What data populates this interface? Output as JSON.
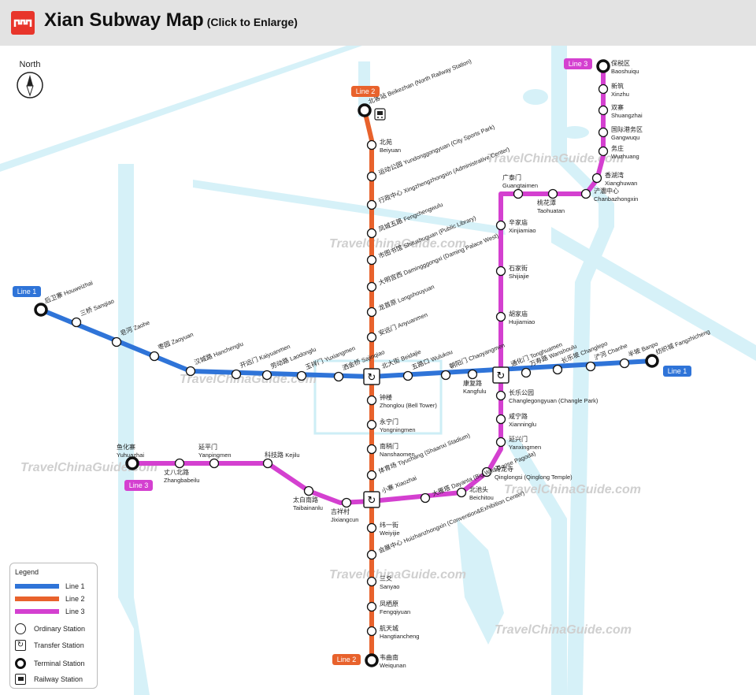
{
  "header": {
    "title": "Xian Subway Map",
    "subtitle": "(Click to Enlarge)"
  },
  "compass": {
    "label": "North"
  },
  "colors": {
    "line1": "#2f74d8",
    "line2": "#e8622c",
    "line3": "#d440d0",
    "water": "#cdeef6",
    "bg": "#f4f4f4"
  },
  "watermark": "TravelChinaGuide.com",
  "line_badges": {
    "line1": "Line 1",
    "line2": "Line 2",
    "line3": "Line 3"
  },
  "legend": {
    "title": "Legend",
    "items": [
      "Line 1",
      "Line 2",
      "Line 3",
      "Ordinary Station",
      "Transfer Station",
      "Terminal Station",
      "Railway Station"
    ]
  },
  "stations": {
    "line1": [
      {
        "cn": "后卫寨",
        "en": "Houweizhai"
      },
      {
        "cn": "三桥",
        "en": "Sanqiao"
      },
      {
        "cn": "皂河",
        "en": "Zaohe"
      },
      {
        "cn": "枣园",
        "en": "Zaoyuan"
      },
      {
        "cn": "汉城路",
        "en": "Hanchenglu"
      },
      {
        "cn": "开远门",
        "en": "Kaiyuanmen"
      },
      {
        "cn": "劳动路",
        "en": "Laodonglu"
      },
      {
        "cn": "玉祥门",
        "en": "Yuxiangmen"
      },
      {
        "cn": "洒金桥",
        "en": "Sajinqiao"
      },
      {
        "cn": "北大街",
        "en": "Beidajie"
      },
      {
        "cn": "五路口",
        "en": "Wulukou"
      },
      {
        "cn": "朝阳门",
        "en": "Chaoyangmen"
      },
      {
        "cn": "康复路",
        "en": "Kangfulu"
      },
      {
        "cn": "通化门",
        "en": "Tonghuamen"
      },
      {
        "cn": "万寿路",
        "en": "Wanshoulu"
      },
      {
        "cn": "长乐坡",
        "en": "Changlepo"
      },
      {
        "cn": "浐河",
        "en": "Chanhe"
      },
      {
        "cn": "半坡",
        "en": "Banpo"
      },
      {
        "cn": "纺织城",
        "en": "Fangzhicheng"
      }
    ],
    "line2": [
      {
        "cn": "北客站",
        "en": "Beikezhan (North Railway Station)"
      },
      {
        "cn": "北苑",
        "en": "Beiyuan"
      },
      {
        "cn": "运动公园",
        "en": "Yundonggongyuan (City Sports Park)"
      },
      {
        "cn": "行政中心",
        "en": "Xingzhengzhongxin (Administrative Center)"
      },
      {
        "cn": "凤城五路",
        "en": "Fengchengwulu"
      },
      {
        "cn": "市图书馆",
        "en": "Shitushuguan (Public Library)"
      },
      {
        "cn": "大明宫西",
        "en": "Damingggongxi (Daming Palace West)"
      },
      {
        "cn": "龙首原",
        "en": "Longshouyuan"
      },
      {
        "cn": "安远门",
        "en": "Anyuanmen"
      },
      {
        "cn": "钟楼",
        "en": "Zhonglou (Bell Tower)"
      },
      {
        "cn": "永宁门",
        "en": "Yongningmen"
      },
      {
        "cn": "南稍门",
        "en": "Nanshaomen"
      },
      {
        "cn": "体育场",
        "en": "Tiyuchang (Shaanxi Stadium)"
      },
      {
        "cn": "小寨",
        "en": "Xiaozhai"
      },
      {
        "cn": "纬一街",
        "en": "Weiyijie"
      },
      {
        "cn": "会展中心",
        "en": "Huizhanzhongxin (Convention&Exhibition Center)"
      },
      {
        "cn": "三爻",
        "en": "Sanyao"
      },
      {
        "cn": "凤栖原",
        "en": "Fengqiyuan"
      },
      {
        "cn": "航天城",
        "en": "Hangtiancheng"
      },
      {
        "cn": "韦曲南",
        "en": "Weiqunan"
      }
    ],
    "line3": [
      {
        "cn": "保税区",
        "en": "Baoshuiqu"
      },
      {
        "cn": "新筑",
        "en": "Xinzhu"
      },
      {
        "cn": "双寨",
        "en": "Shuangzhai"
      },
      {
        "cn": "国际港务区",
        "en": "Gangwuqu"
      },
      {
        "cn": "务庄",
        "en": "Wuzhuang"
      },
      {
        "cn": "香湖湾",
        "en": "Xianghuwan"
      },
      {
        "cn": "浐灞中心",
        "en": "Chanbazhongxin"
      },
      {
        "cn": "桃花潭",
        "en": "Taohuatan"
      },
      {
        "cn": "广泰门",
        "en": "Guangtaimen"
      },
      {
        "cn": "辛家庙",
        "en": "Xinjiamiao"
      },
      {
        "cn": "石家街",
        "en": "Shijiajie"
      },
      {
        "cn": "胡家庙",
        "en": "Hujiamiao"
      },
      {
        "cn": "长乐公园",
        "en": "Changlegongyuan (Changle Park)"
      },
      {
        "cn": "咸宁路",
        "en": "Xianninglu"
      },
      {
        "cn": "延兴门",
        "en": "Yanxingmen"
      },
      {
        "cn": "青龙寺",
        "en": "Qinglongsi (Qinglong Temple)"
      },
      {
        "cn": "北池头",
        "en": "Beichitou"
      },
      {
        "cn": "大雁塔",
        "en": "Dayanta (Big Wild Goose Pagoda)"
      },
      {
        "cn": "吉祥村",
        "en": "Jixiangcun"
      },
      {
        "cn": "太白南路",
        "en": "Taibainanlu"
      },
      {
        "cn": "科技路",
        "en": "Kejilu"
      },
      {
        "cn": "延平门",
        "en": "Yanpingmen"
      },
      {
        "cn": "丈八北路",
        "en": "Zhangbabeilu"
      },
      {
        "cn": "鱼化寨",
        "en": "Yuhuazhai"
      }
    ]
  }
}
